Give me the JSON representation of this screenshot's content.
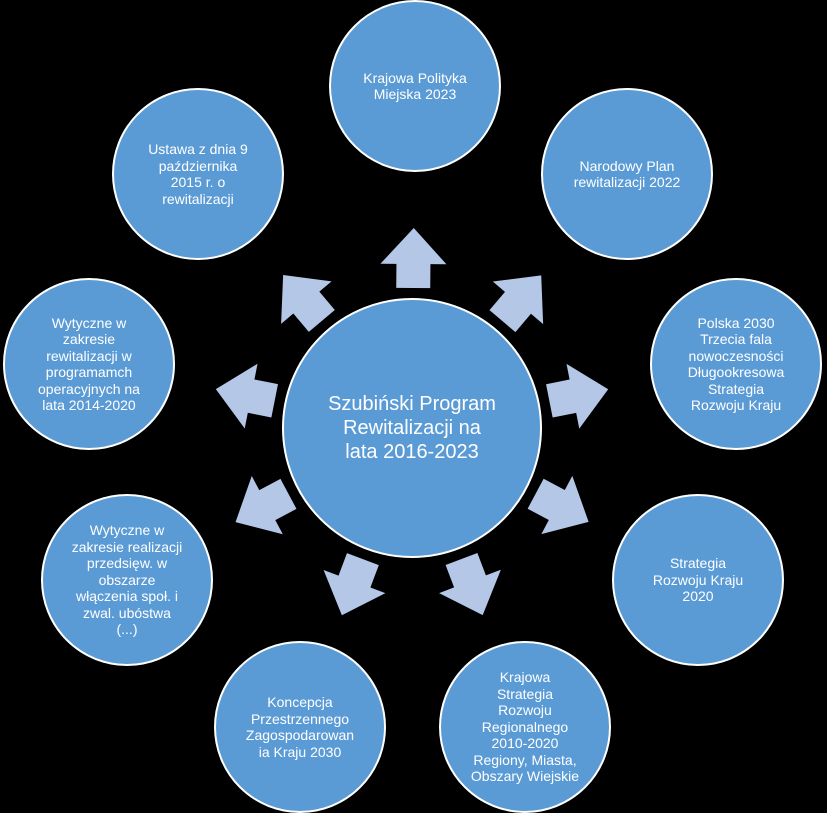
{
  "colors": {
    "background": "#000000",
    "circle_fill": "#5b9bd5",
    "circle_stroke": "#ffffff",
    "arrow_fill": "#b4c7e7"
  },
  "center": {
    "label": "Szubiński Program\nRewitalizacji na\nlata 2016-2023"
  },
  "nodes": [
    {
      "label": "Krajowa Polityka\nMiejska 2023"
    },
    {
      "label": "Narodowy Plan\nrewitalizacji 2022"
    },
    {
      "label": "Polska 2030\nTrzecia fala\nnowoczesności\nDługookresowa\nStrategia\nRozwoju Kraju"
    },
    {
      "label": "Strategia\nRozwoju Kraju\n2020"
    },
    {
      "label": "Krajowa\nStrategia\nRozwoju\nRegionalnego\n2010-2020\nRegiony, Miasta,\nObszary Wiejskie"
    },
    {
      "label": "Koncepcja\nPrzestrzennego\nZagospodarowan\nia Kraju 2030"
    },
    {
      "label": "Wytyczne w\nzakresie realizacji\nprzedsięw. w\nobszarze\nwłączenia społ. i\nzwal. ubóstwa\n(...)"
    },
    {
      "label": "Wytyczne w\nzakresie\nrewitalizacji w\nprogramamch\noperacyjnych na\nlata 2014-2020"
    },
    {
      "label": "Ustawa z dnia 9\npaździernika\n2015 r. o\nrewitalizacji"
    }
  ]
}
